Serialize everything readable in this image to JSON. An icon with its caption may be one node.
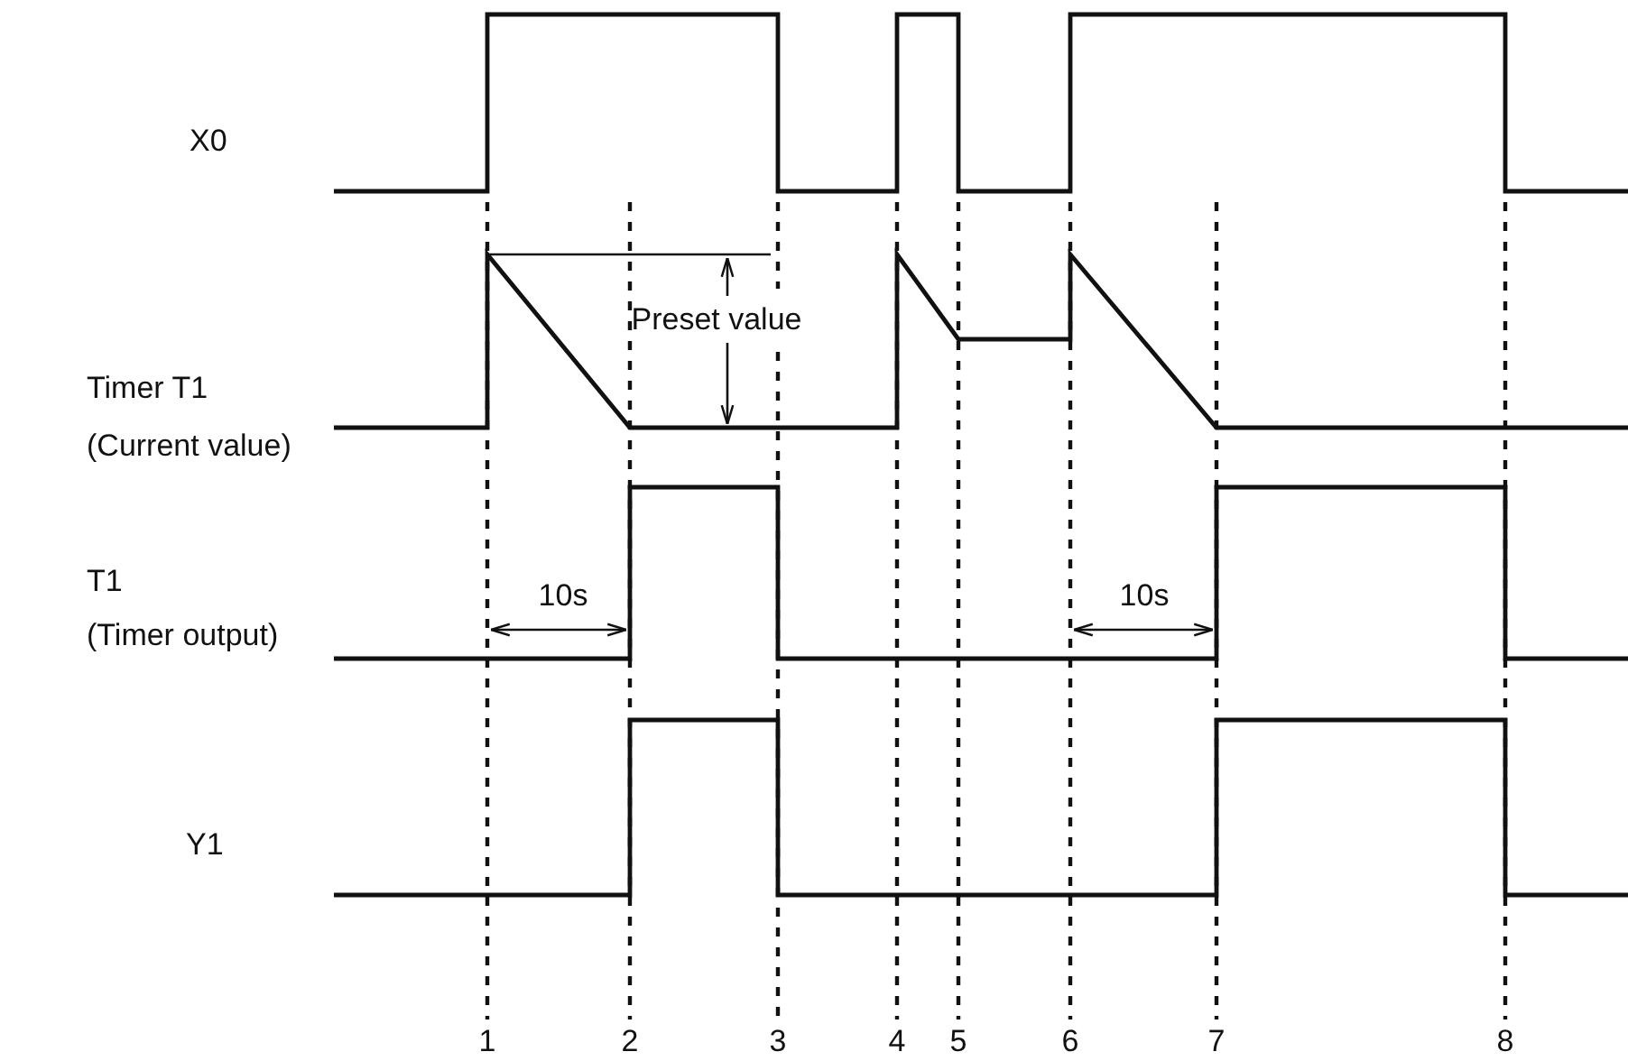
{
  "diagram": {
    "labels": [
      "X0",
      "Preset value",
      "Timer T1",
      "(Current value)",
      "T1",
      "10s",
      "10s",
      "(Timer output)",
      "Y1",
      "1",
      "2",
      "3",
      "4",
      "5",
      "6",
      "7",
      "8"
    ]
  }
}
